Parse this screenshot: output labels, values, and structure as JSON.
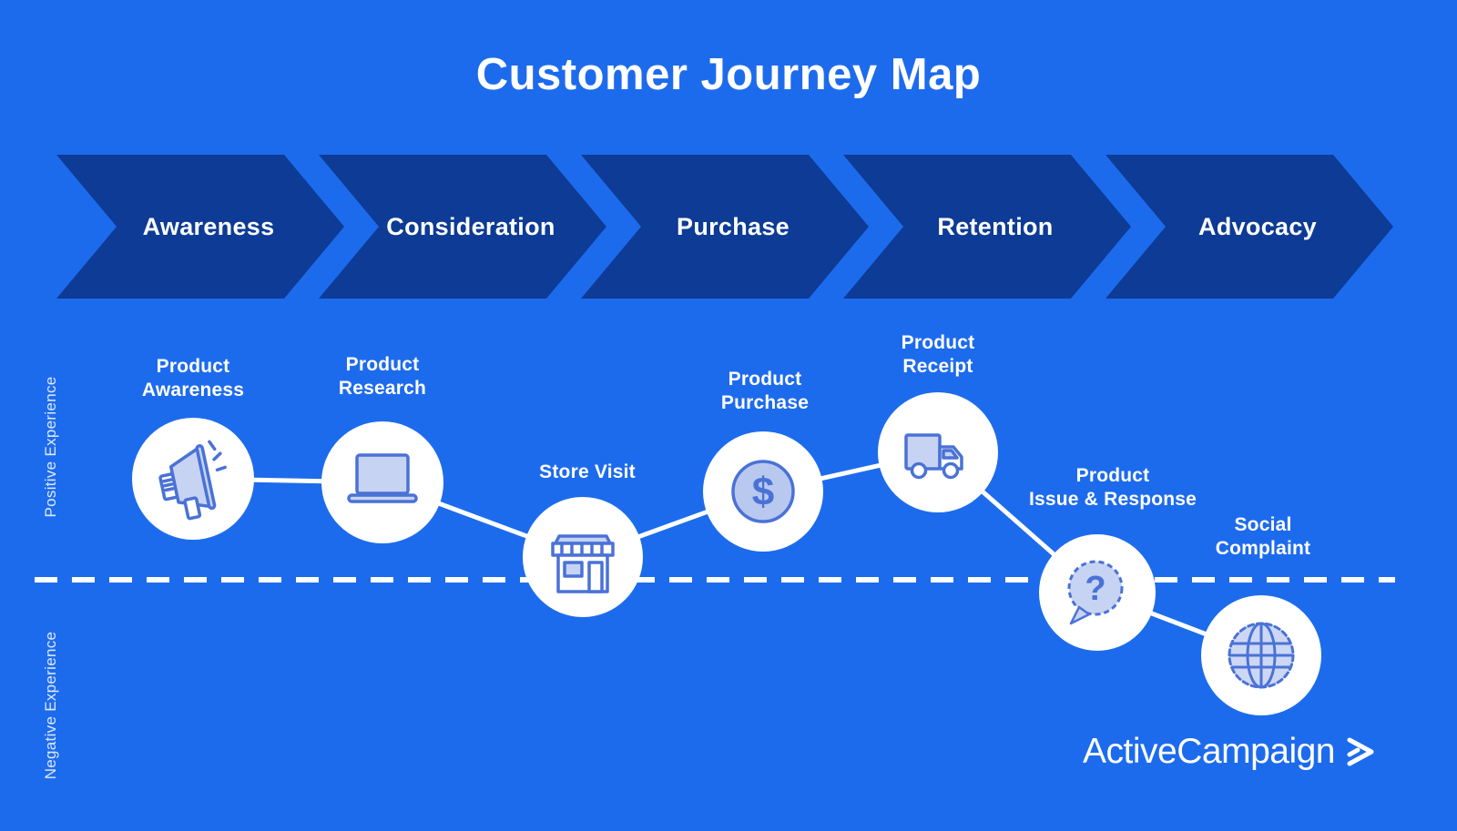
{
  "title": "Customer Journey Map",
  "stages": [
    {
      "label": "Awareness"
    },
    {
      "label": "Consideration"
    },
    {
      "label": "Purchase"
    },
    {
      "label": "Retention"
    },
    {
      "label": "Advocacy"
    }
  ],
  "axis": {
    "positive": "Positive Experience",
    "negative": "Negative Experience"
  },
  "nodes": [
    {
      "label": "Product\nAwareness",
      "icon": "megaphone-icon"
    },
    {
      "label": "Product\nResearch",
      "icon": "laptop-icon"
    },
    {
      "label": "Store Visit",
      "icon": "storefront-icon"
    },
    {
      "label": "Product\nPurchase",
      "icon": "dollar-coin-icon"
    },
    {
      "label": "Product\nReceipt",
      "icon": "delivery-truck-icon"
    },
    {
      "label": "Product\nIssue & Response",
      "icon": "question-bubble-icon"
    },
    {
      "label": "Social\nComplaint",
      "icon": "globe-icon"
    }
  ],
  "icon_glyphs": {
    "dollar": "$",
    "question": "?"
  },
  "brand": {
    "name": "ActiveCampaign"
  },
  "colors": {
    "background": "#1d6bed",
    "chevron": "#0d3b95",
    "icon_stroke": "#4a72d6",
    "icon_fill": "#c7d3f3",
    "coin_fill": "#b9c8ef",
    "text": "#ffffff"
  }
}
